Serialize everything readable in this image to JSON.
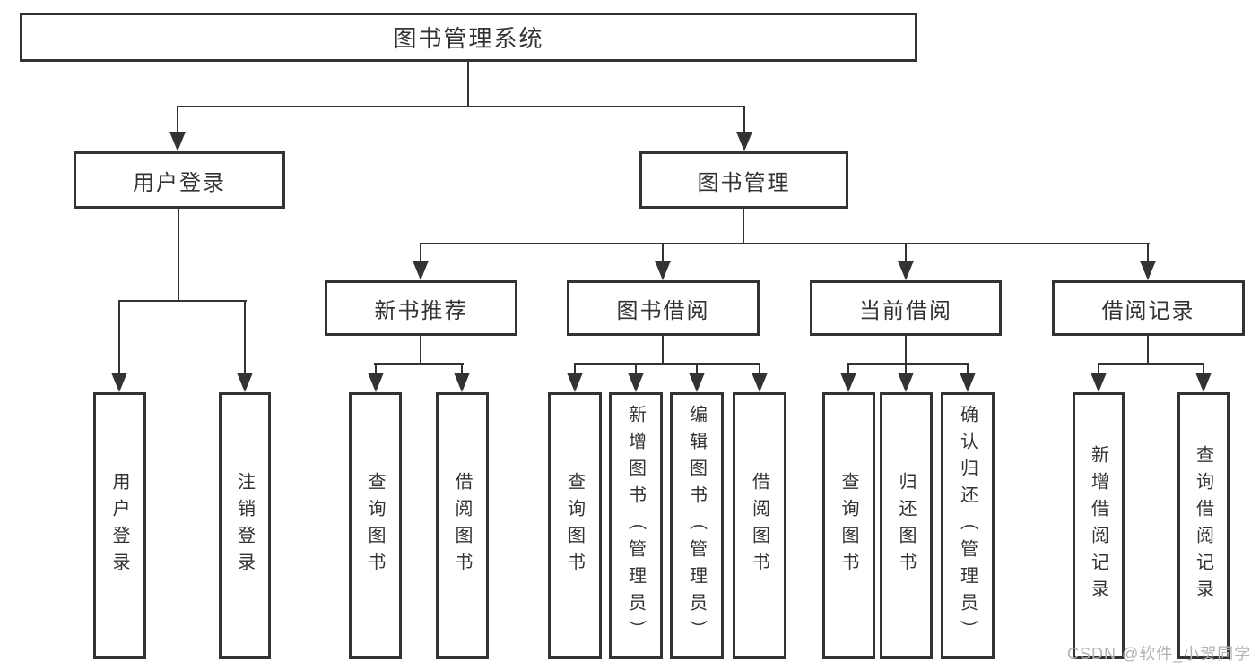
{
  "colors": {
    "line": "#333333",
    "text": "#333333",
    "box_background": "#ffffff",
    "page_background": "#ffffff",
    "watermark": "#b3b3b3"
  },
  "watermark": {
    "text": "CSDN @软件_小贺同学"
  },
  "tree": {
    "root": {
      "label": "图书管理系统",
      "children": [
        {
          "label": "用户登录",
          "children": [
            {
              "label": "用户登录"
            },
            {
              "label": "注销登录"
            }
          ]
        },
        {
          "label": "图书管理",
          "children": [
            {
              "label": "新书推荐",
              "children": [
                {
                  "label": "查询图书"
                },
                {
                  "label": "借阅图书"
                }
              ]
            },
            {
              "label": "图书借阅",
              "children": [
                {
                  "label": "查询图书"
                },
                {
                  "label": "新增图书（管理员）"
                },
                {
                  "label": "编辑图书（管理员）"
                },
                {
                  "label": "借阅图书"
                }
              ]
            },
            {
              "label": "当前借阅",
              "children": [
                {
                  "label": "查询图书"
                },
                {
                  "label": "归还图书"
                },
                {
                  "label": "确认归还（管理员）"
                }
              ]
            },
            {
              "label": "借阅记录",
              "children": [
                {
                  "label": "新增借阅记录"
                },
                {
                  "label": "查询借阅记录"
                }
              ]
            }
          ]
        }
      ]
    }
  }
}
